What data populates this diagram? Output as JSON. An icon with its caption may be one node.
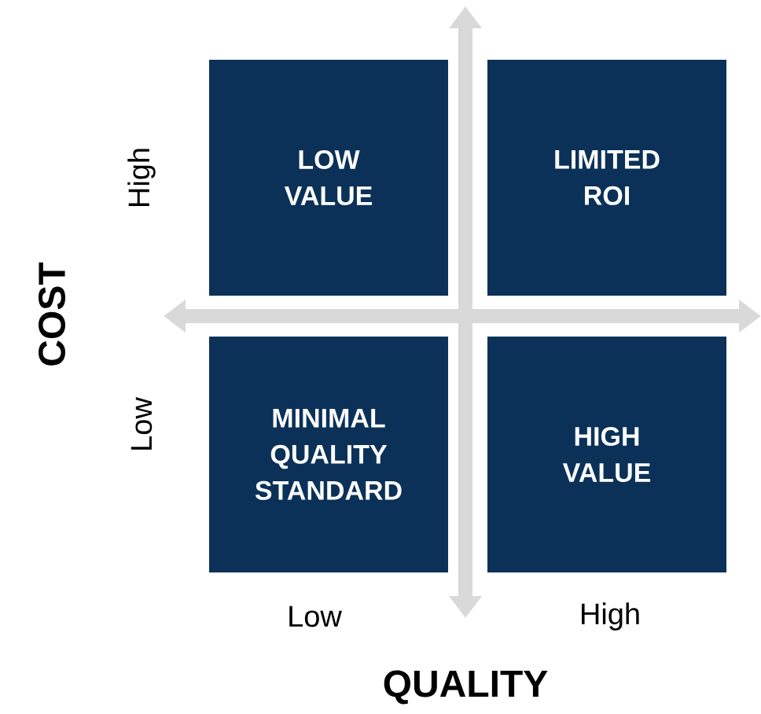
{
  "diagram": {
    "nodes": [
      {
        "text": [
          "LOW VALUE"
        ]
      },
      {
        "text": [
          "LIMITED ROI"
        ]
      },
      {
        "text": [
          "MINIMAL QUALITY STANDARD"
        ]
      },
      {
        "text": [
          "HIGH VALUE"
        ]
      }
    ],
    "labels": [
      "High",
      "Low",
      "COST",
      "Low",
      "High",
      "QUALITY"
    ]
  }
}
